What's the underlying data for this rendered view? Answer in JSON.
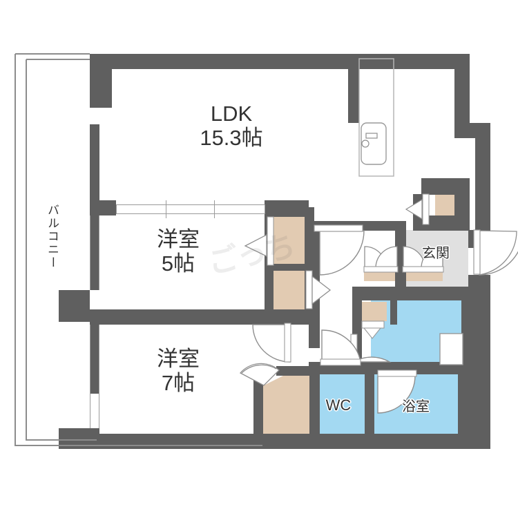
{
  "plan": {
    "type": "japanese-floor-plan",
    "colors": {
      "wall": "#5f5f5f",
      "water_fill": "#a3d9f2",
      "closet_fill": "#e2cbb2",
      "genkan_fill": "#e0e0e0",
      "line": "#9a9a9a",
      "text": "#333333",
      "background": "#ffffff"
    },
    "rooms": [
      {
        "key": "ldk",
        "name": "LDK",
        "size": "15.3帖",
        "label_line1": "LDK",
        "label_line2": "15.3帖"
      },
      {
        "key": "washitsu5",
        "name": "洋室",
        "size": "5帖",
        "label_line1": "洋室",
        "label_line2": "5帖"
      },
      {
        "key": "washitsu7",
        "name": "洋室",
        "size": "7帖",
        "label_line1": "洋室",
        "label_line2": "7帖"
      },
      {
        "key": "genkan",
        "name": "玄関",
        "size": "",
        "label_line1": "玄関",
        "label_line2": ""
      },
      {
        "key": "wc",
        "name": "WC",
        "size": "",
        "label_line1": "WC",
        "label_line2": ""
      },
      {
        "key": "bath",
        "name": "浴室",
        "size": "",
        "label_line1": "浴室",
        "label_line2": ""
      },
      {
        "key": "balcony",
        "name": "バルコニー",
        "size": "",
        "label_line1": "バルコニー",
        "label_line2": ""
      }
    ],
    "labels": {
      "ldk_title": "LDK",
      "ldk_area": "15.3帖",
      "bedroom5_title": "洋室",
      "bedroom5_area": "5帖",
      "bedroom7_title": "洋室",
      "bedroom7_area": "7帖",
      "genkan": "玄関",
      "wc": "WC",
      "bath": "浴室",
      "balcony": "バルコニー"
    },
    "fixtures": [
      {
        "key": "kitchen-sink",
        "name": "kitchen-counter-sink"
      },
      {
        "key": "washer-space",
        "name": "washing-machine-space"
      },
      {
        "key": "vanity",
        "name": "vanity-sink"
      },
      {
        "key": "closet-1",
        "name": "closet"
      },
      {
        "key": "closet-2",
        "name": "closet"
      },
      {
        "key": "closet-3",
        "name": "closet"
      },
      {
        "key": "shoe-box",
        "name": "shoe-cabinet"
      },
      {
        "key": "storage",
        "name": "storage"
      }
    ],
    "watermark": "ごっち"
  }
}
